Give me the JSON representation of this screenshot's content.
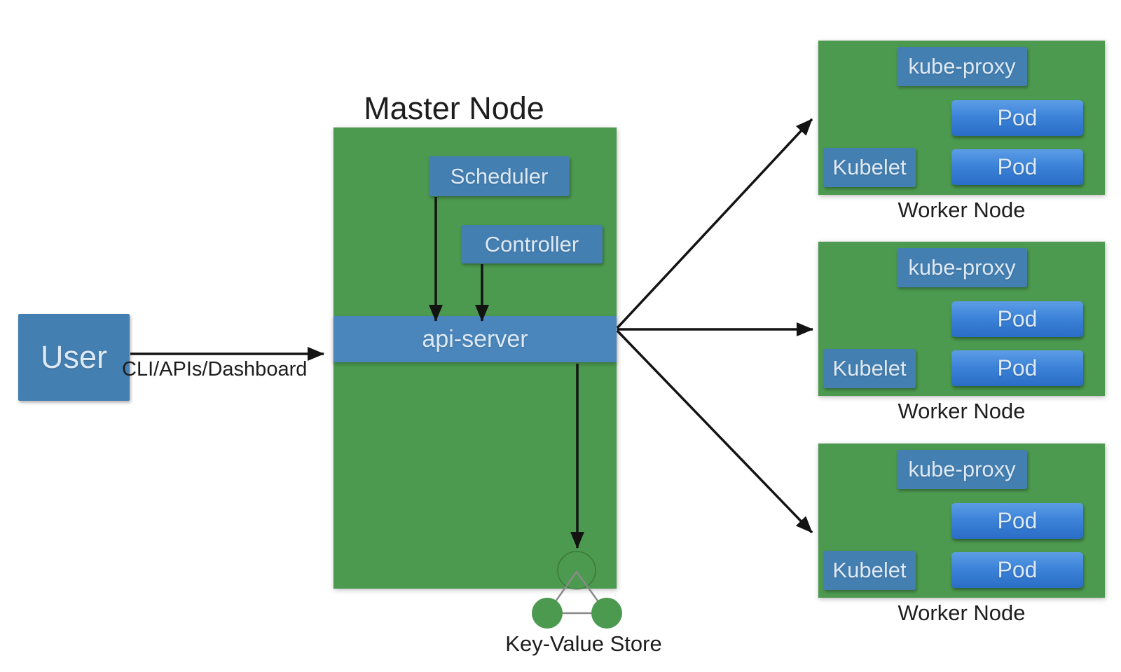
{
  "colors": {
    "canvas-bg": "#ffffff",
    "node-green": "#4c9a4f",
    "box-blue": "#447fb1",
    "api-blue": "#4a86bb",
    "pod-blue-top": "#5d9de6",
    "pod-blue-bottom": "#2a6dc6",
    "box-text": "#dde9f4",
    "label-dark": "#1d1d1d",
    "arrow-black": "#131313",
    "kv-line-gray": "#8a8a8a"
  },
  "user": {
    "label": "User"
  },
  "user_arrow": {
    "label": "CLI/APIs/Dashboard"
  },
  "master": {
    "title": "Master Node",
    "scheduler": "Scheduler",
    "controller": "Controller",
    "api_server": "api-server"
  },
  "key_value_store": {
    "label": "Key-Value Store",
    "icon": "triangle-cluster-icon"
  },
  "workers": [
    {
      "label": "Worker Node",
      "kube_proxy": "kube-proxy",
      "kubelet": "Kubelet",
      "pods": [
        "Pod",
        "Pod"
      ]
    },
    {
      "label": "Worker Node",
      "kube_proxy": "kube-proxy",
      "kubelet": "Kubelet",
      "pods": [
        "Pod",
        "Pod"
      ]
    },
    {
      "label": "Worker Node",
      "kube_proxy": "kube-proxy",
      "kubelet": "Kubelet",
      "pods": [
        "Pod",
        "Pod"
      ]
    }
  ]
}
